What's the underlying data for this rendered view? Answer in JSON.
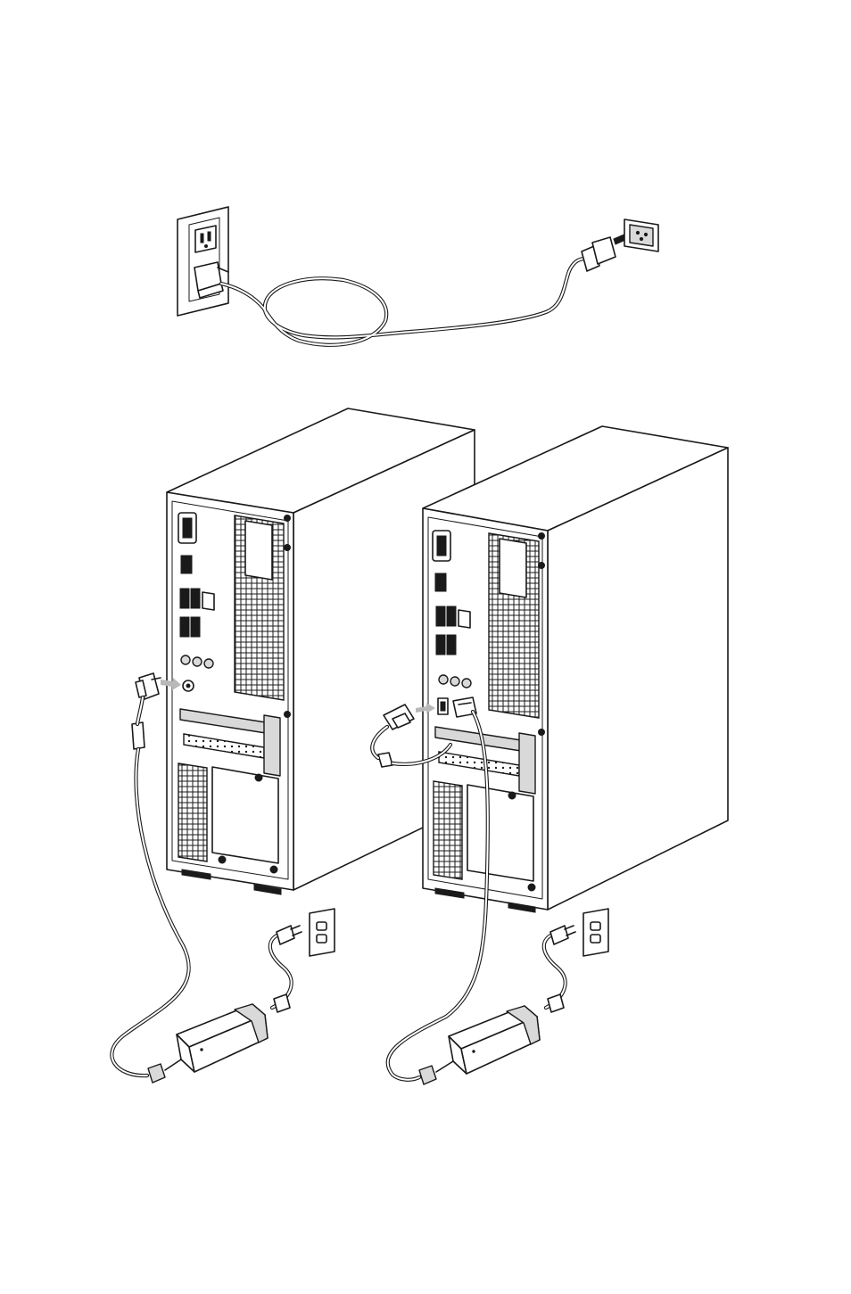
{
  "figure": {
    "panels": [
      {
        "id": "top",
        "description_name": "ac-power-cord-to-wall-outlet"
      },
      {
        "id": "left",
        "description_name": "tower-with-round-dc-adapter-plug"
      },
      {
        "id": "right",
        "description_name": "tower-with-rectangular-dc-adapter-plug"
      }
    ],
    "colors": {
      "line": "#1a1a1a",
      "arrow_gray": "#b8b8b8",
      "fill_gray": "#d9d9d9",
      "background": "#ffffff"
    },
    "icons": [
      "wall-outlet-icon",
      "power-cord-icon",
      "desktop-tower-icon",
      "power-adapter-icon",
      "insert-arrow-icon"
    ]
  }
}
